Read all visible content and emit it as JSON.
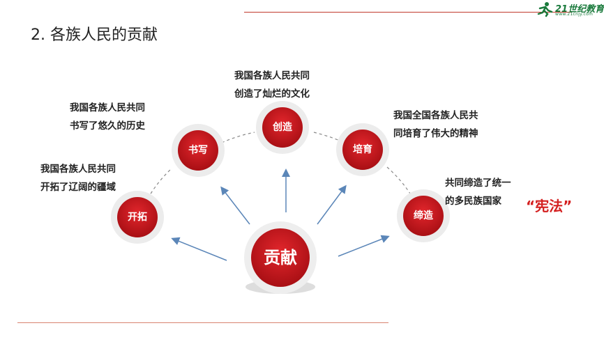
{
  "header": {
    "logo_main": "21世纪教育",
    "logo_sub": "www.21cnjy.com",
    "brand_color": "#1a7a3c"
  },
  "title": "2. 各族人民的贡献",
  "center": {
    "label": "贡献",
    "color": "#c9161d"
  },
  "nodes": [
    {
      "key": "kaituo",
      "label": "开拓",
      "text": [
        "我国各族人民共同",
        "开拓了辽阔的疆域"
      ]
    },
    {
      "key": "shuxie",
      "label": "书写",
      "text": [
        "我国各族人民共同",
        "书写了悠久的历史"
      ]
    },
    {
      "key": "chuangzao",
      "label": "创造",
      "text": [
        "我国各族人民共同",
        "创造了灿烂的文化"
      ]
    },
    {
      "key": "peiyu",
      "label": "培育",
      "text": [
        "我国全国各族人民共",
        "同培育了伟大的精神"
      ]
    },
    {
      "key": "diza",
      "label": "缔造",
      "text": [
        "共同缔造了统一",
        "的多民族国家"
      ]
    }
  ],
  "highlight": "“宪法”",
  "colors": {
    "node_red": "#c9161d",
    "arrow": "#5b86b8",
    "dash": "#888888"
  }
}
